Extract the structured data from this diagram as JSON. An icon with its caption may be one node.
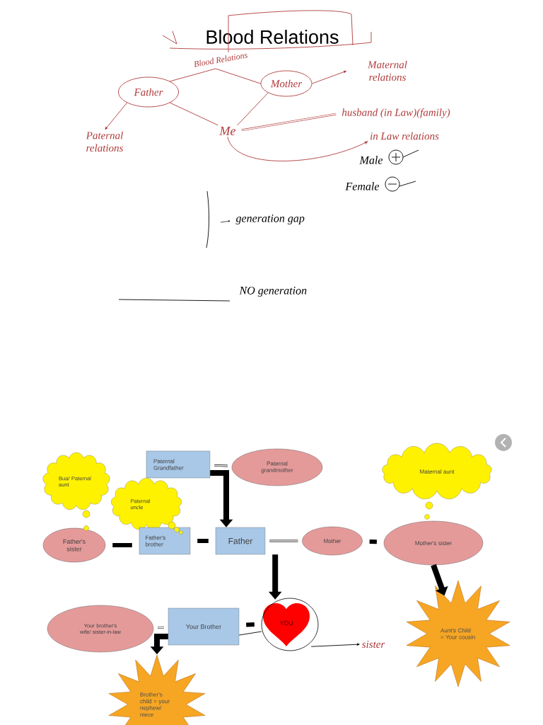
{
  "diagram": {
    "title": "Blood Relations",
    "nodes": [
      {
        "text": [
          "Father"
        ]
      },
      {
        "text": [
          "Mother"
        ]
      },
      {
        "text": [
          "Me"
        ]
      },
      {
        "text": [
          "husband (in Law)(family)"
        ]
      },
      {
        "text": [
          "Paternal relations"
        ]
      },
      {
        "text": [
          "Maternal relations"
        ]
      },
      {
        "text": [
          "in Law relations"
        ]
      },
      {
        "text": [
          "Paternal Grandfather"
        ]
      },
      {
        "text": [
          "Paternal grandmother"
        ]
      },
      {
        "text": [
          "Bua/ Paternal aunt"
        ]
      },
      {
        "text": [
          "Paternal uncle"
        ]
      },
      {
        "text": [
          "Father's sister"
        ]
      },
      {
        "text": [
          "Father's brother"
        ]
      },
      {
        "text": [
          "Father"
        ]
      },
      {
        "text": [
          "Mother"
        ]
      },
      {
        "text": [
          "Maternal aunt"
        ]
      },
      {
        "text": [
          "Mother's sister"
        ]
      },
      {
        "text": [
          "Your brother's wife/ sister-in-law"
        ]
      },
      {
        "text": [
          "Your Brother"
        ]
      },
      {
        "text": [
          "YOU"
        ]
      },
      {
        "text": [
          "Aunt's Child = Your cousin"
        ]
      },
      {
        "text": [
          "Brother's child = your nephew/ niece"
        ]
      },
      {
        "text": [
          "sister"
        ]
      }
    ],
    "edges": [
      {
        "from": 0,
        "to": 1,
        "arrow": "none",
        "label": "Blood Relations",
        "color": "#b03a3a"
      },
      {
        "from": 0,
        "to": 2,
        "arrow": "none",
        "color": "#b03a3a"
      },
      {
        "from": 1,
        "to": 2,
        "arrow": "none",
        "color": "#b03a3a"
      },
      {
        "from": 2,
        "to": 3,
        "arrow": "none",
        "color": "#b03a3a"
      },
      {
        "from": 1,
        "to": 5,
        "arrow": "to",
        "color": "#b03a3a"
      },
      {
        "from": 0,
        "to": 4,
        "arrow": "to",
        "color": "#b03a3a"
      },
      {
        "from": 2,
        "to": 6,
        "arrow": "to",
        "color": "#b03a3a"
      },
      {
        "from": 7,
        "to": 8,
        "arrow": "none"
      },
      {
        "from": 7,
        "to": 13,
        "arrow": "to",
        "style": "thick"
      },
      {
        "from": 13,
        "to": 14,
        "arrow": "none"
      },
      {
        "from": 11,
        "to": 12,
        "arrow": "none",
        "style": "thick"
      },
      {
        "from": 12,
        "to": 13,
        "arrow": "none",
        "style": "thick"
      },
      {
        "from": 14,
        "to": 16,
        "arrow": "none",
        "style": "thick"
      },
      {
        "from": 13,
        "to": 19,
        "arrow": "to",
        "style": "thick"
      },
      {
        "from": 16,
        "to": 20,
        "arrow": "to",
        "style": "thick"
      },
      {
        "from": 17,
        "to": 18,
        "arrow": "none"
      },
      {
        "from": 18,
        "to": 21,
        "arrow": "to",
        "style": "thick"
      },
      {
        "from": 18,
        "to": 19,
        "arrow": "none",
        "style": "thick"
      },
      {
        "from": 19,
        "to": 18,
        "arrow": "none"
      },
      {
        "from": 19,
        "to": 22,
        "arrow": "to"
      }
    ],
    "legend": [
      {
        "text": "Male"
      },
      {
        "text": "Female"
      },
      {
        "text": "generation gap"
      },
      {
        "text": "NO generation"
      }
    ]
  }
}
